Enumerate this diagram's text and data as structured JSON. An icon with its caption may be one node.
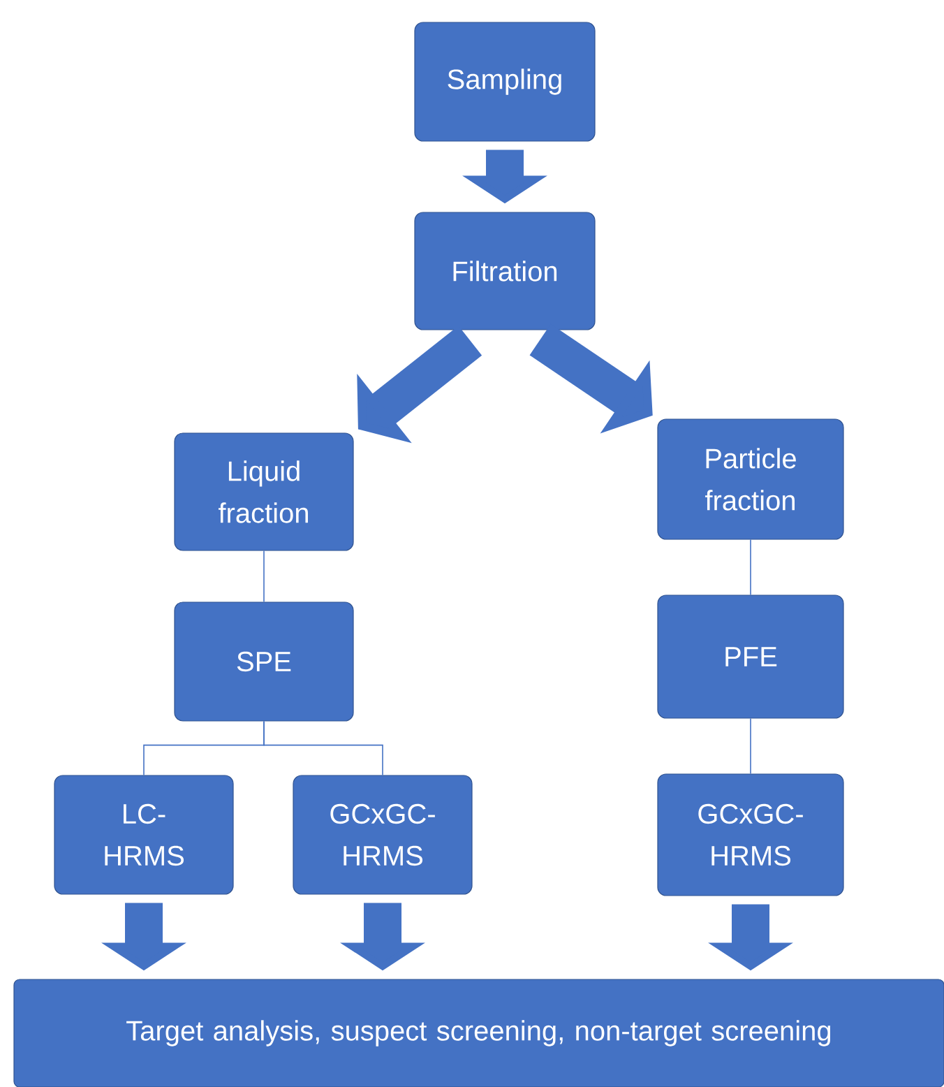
{
  "diagram": {
    "nodes": [
      {
        "text": [
          "Sampling"
        ]
      },
      {
        "text": [
          "Filtration"
        ]
      },
      {
        "text": [
          "Liquid fraction"
        ]
      },
      {
        "text": [
          "Particle fraction"
        ]
      },
      {
        "text": [
          "SPE"
        ]
      },
      {
        "text": [
          "PFE"
        ]
      },
      {
        "text": [
          "LC- HRMS"
        ]
      },
      {
        "text": [
          "GCxGC- HRMS"
        ]
      },
      {
        "text": [
          "GCxGC- HRMS"
        ]
      },
      {
        "text": [
          "Target analysis, suspect screening, non-target screening"
        ]
      }
    ],
    "edges": [
      {
        "from": 0,
        "to": 1,
        "arrow": "to"
      },
      {
        "from": 1,
        "to": 2,
        "arrow": "to"
      },
      {
        "from": 1,
        "to": 3,
        "arrow": "to"
      },
      {
        "from": 2,
        "to": 4,
        "arrow": "none"
      },
      {
        "from": 4,
        "to": 6,
        "arrow": "none"
      },
      {
        "from": 4,
        "to": 7,
        "arrow": "none"
      },
      {
        "from": 3,
        "to": 5,
        "arrow": "none"
      },
      {
        "from": 5,
        "to": 8,
        "arrow": "none"
      },
      {
        "from": 6,
        "to": 9,
        "arrow": "to"
      },
      {
        "from": 7,
        "to": 9,
        "arrow": "to"
      },
      {
        "from": 8,
        "to": 9,
        "arrow": "to"
      }
    ]
  }
}
